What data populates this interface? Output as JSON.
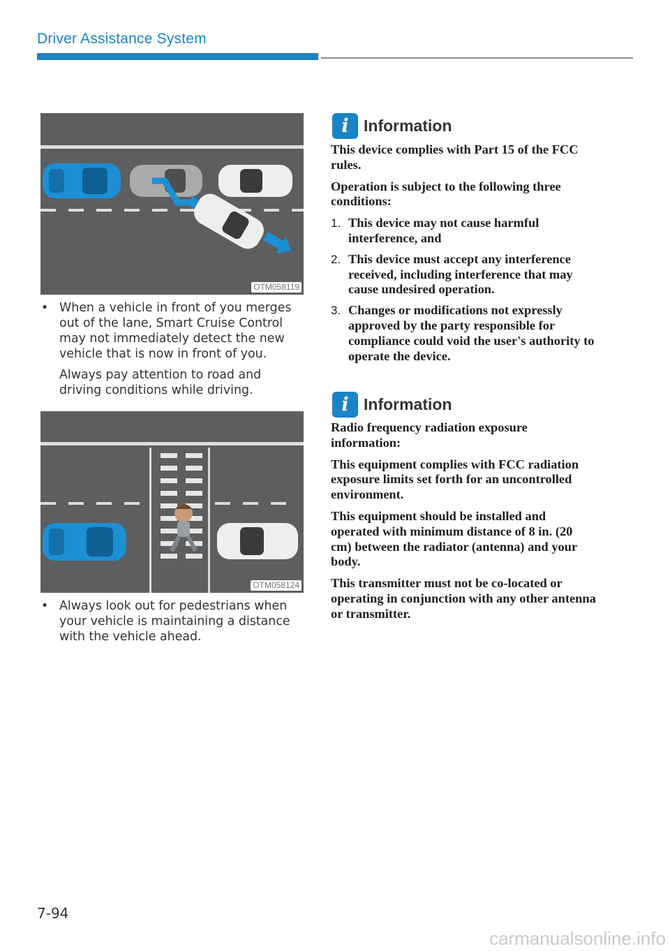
{
  "header": {
    "section_title": "Driver Assistance System"
  },
  "figures": [
    {
      "code": "OTM058119"
    },
    {
      "code": "OTM058124"
    }
  ],
  "bullets": [
    {
      "mark": "•",
      "paragraphs": [
        "When a vehicle in front of you merges out of the lane, Smart Cruise Control may not immediately detect the new vehicle that is now in front of you.",
        "Always pay attention to road and driving conditions while driving."
      ]
    },
    {
      "mark": "•",
      "paragraphs": [
        "Always look out for pedestrians when your vehicle is maintaining a distance with the vehicle ahead."
      ]
    }
  ],
  "info1": {
    "icon": "i",
    "title": "Information",
    "paragraphs": [
      "This device complies with Part 15 of the FCC rules.",
      "Operation is subject to the following three conditions:"
    ],
    "items": [
      {
        "num": "1.",
        "text": "This device may not cause harmful interference, and"
      },
      {
        "num": "2.",
        "text": "This device must accept any interference received, including interference that may cause undesired operation."
      },
      {
        "num": "3.",
        "text": "Changes or modifications not expressly approved by the party responsible for compliance could void the user's authority to operate the device."
      }
    ]
  },
  "info2": {
    "icon": "i",
    "title": "Information",
    "paragraphs": [
      "Radio frequency radiation exposure information:",
      "This equipment complies with FCC radiation exposure limits set forth for an uncontrolled environment.",
      "This equipment should be installed and operated with minimum distance of 8 in. (20 cm) between the radiator (antenna) and your body.",
      "This transmitter must not be co-located or operating in conjunction with any other antenna or transmitter."
    ]
  },
  "footer": {
    "page_number": "7-94",
    "watermark": "carmanualsonline.info"
  },
  "colors": {
    "accent": "#1a84c7",
    "road": "#5d5e60",
    "own_car": "#1d8fd4"
  }
}
